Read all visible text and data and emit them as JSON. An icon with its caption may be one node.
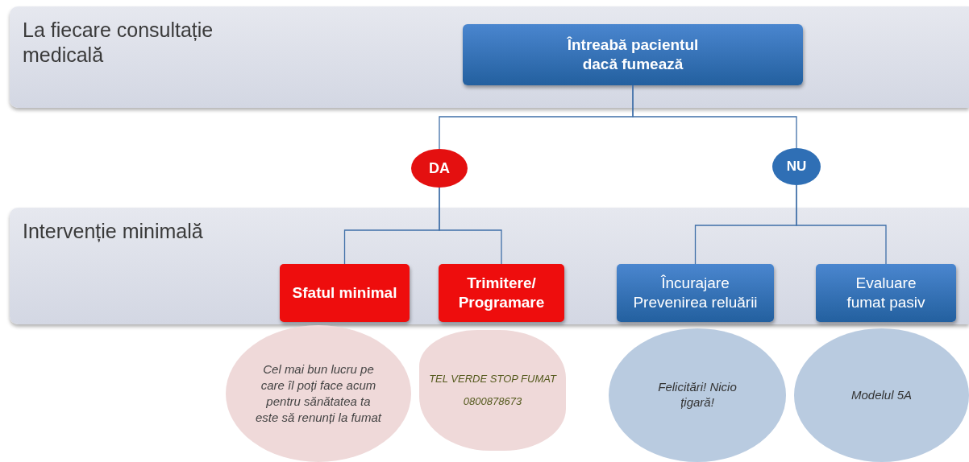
{
  "diagram": {
    "nodes": [
      {
        "text": [
          "La fiecare consultație medicală"
        ]
      },
      {
        "text": [
          "Întreabă pacientul dacă fumează"
        ],
        "in": 0
      },
      {
        "text": [
          "DA"
        ]
      },
      {
        "text": [
          "NU"
        ]
      },
      {
        "text": [
          "Intervenție minimală"
        ]
      },
      {
        "text": [
          "Sfatul minimal"
        ],
        "in": 4
      },
      {
        "text": [
          "Trimitere/ Programare"
        ],
        "in": 4
      },
      {
        "text": [
          "Încurajare Prevenirea reluării"
        ],
        "in": 4
      },
      {
        "text": [
          "Evaluare fumat pasiv"
        ],
        "in": 4
      },
      {
        "text": [
          "Cel mai bun lucru pe care îl poți face acum pentru sănătatea ta este să renunți la fumat"
        ]
      },
      {
        "text": [
          "TEL VERDE STOP FUMAT",
          "0800878673"
        ]
      },
      {
        "text": [
          "Felicitări! Nicio țigară!"
        ]
      },
      {
        "text": [
          "Modelul 5A"
        ]
      }
    ],
    "edges": [
      {
        "from": 1,
        "to": 2,
        "arrow": "none"
      },
      {
        "from": 1,
        "to": 3,
        "arrow": "none"
      },
      {
        "from": 2,
        "to": 5,
        "arrow": "none"
      },
      {
        "from": 2,
        "to": 6,
        "arrow": "none"
      },
      {
        "from": 3,
        "to": 7,
        "arrow": "none"
      },
      {
        "from": 3,
        "to": 8,
        "arrow": "none"
      }
    ]
  }
}
